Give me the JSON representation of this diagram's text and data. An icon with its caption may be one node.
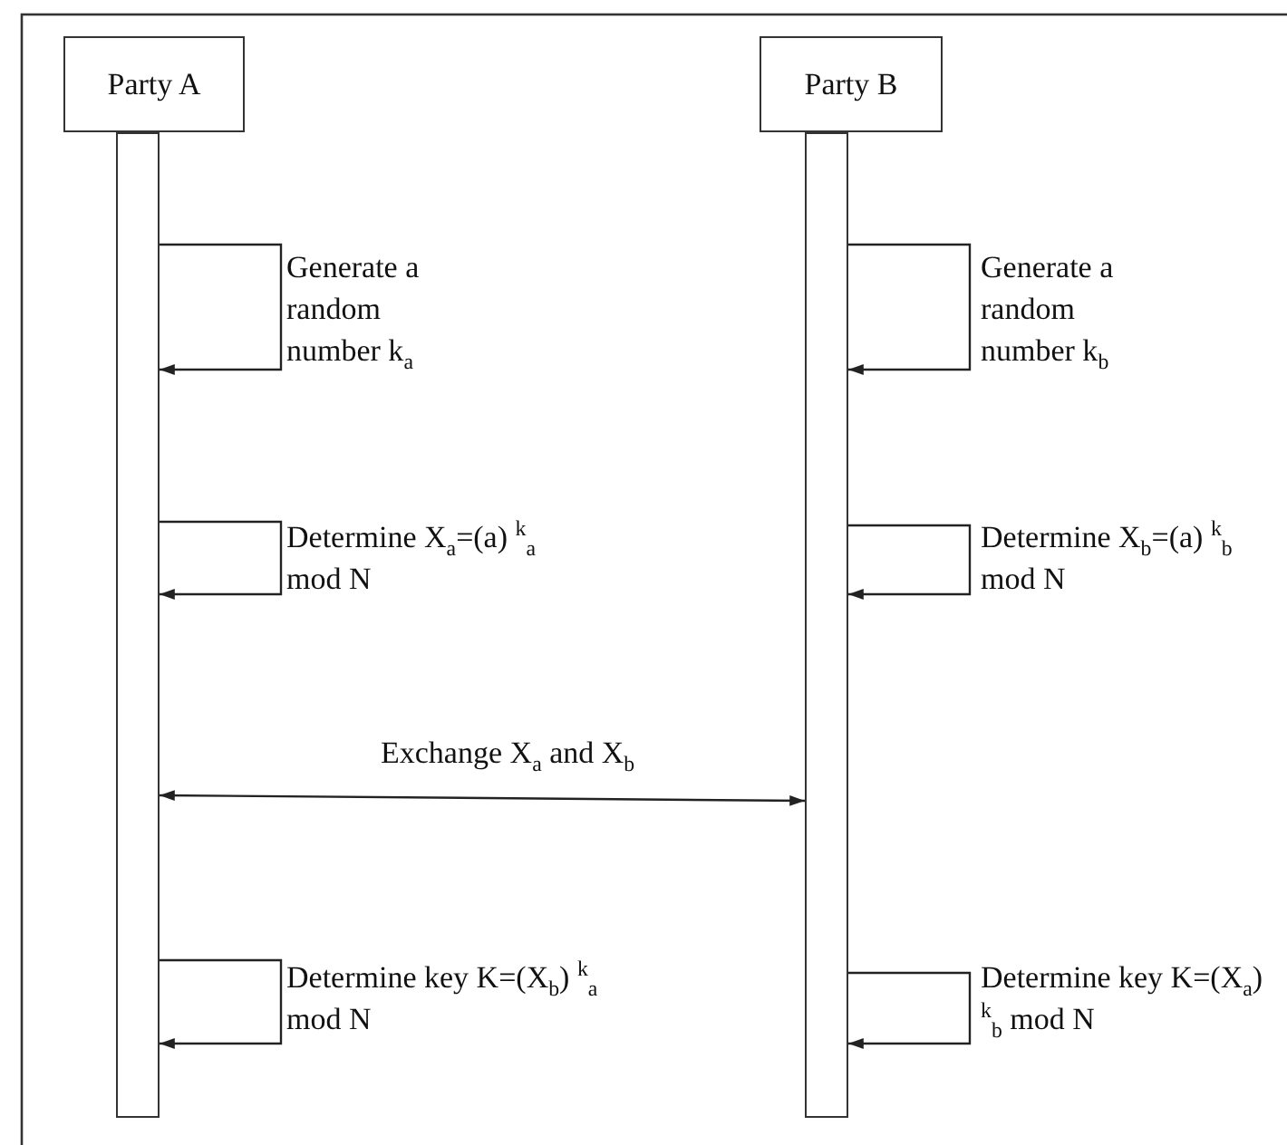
{
  "diagram": {
    "nodes": [
      {
        "text": [
          "Party A"
        ]
      },
      {
        "text": [
          "Party B"
        ]
      },
      {
        "text": [],
        "shape": "bar"
      },
      {
        "text": [],
        "shape": "bar"
      }
    ],
    "edges": [
      {
        "from": 2,
        "to": 2,
        "arrow": "to",
        "label": "Generate a random number k$_{a}$"
      },
      {
        "from": 3,
        "to": 3,
        "arrow": "to",
        "label": "Generate a random number k$_{b}$"
      },
      {
        "from": 2,
        "to": 2,
        "arrow": "to",
        "label": "Determine X$_{a}$=(a) $^{k}$$_{a}$ mod N"
      },
      {
        "from": 3,
        "to": 3,
        "arrow": "to",
        "label": "Determine X$_{b}$=(a) $^{k}$$_{b}$ mod N"
      },
      {
        "from": 2,
        "to": 3,
        "arrow": "both",
        "label": "Exchange X$_{a}$ and X$_{b}$"
      },
      {
        "from": 2,
        "to": 2,
        "arrow": "to",
        "label": "Determine key K=(X$_{b}$) $^{k}$$_{a}$ mod N"
      },
      {
        "from": 3,
        "to": 3,
        "arrow": "to",
        "label": "Determine key K=(X$_{a}$) $^{k}$$_{b}$ mod N"
      }
    ]
  }
}
